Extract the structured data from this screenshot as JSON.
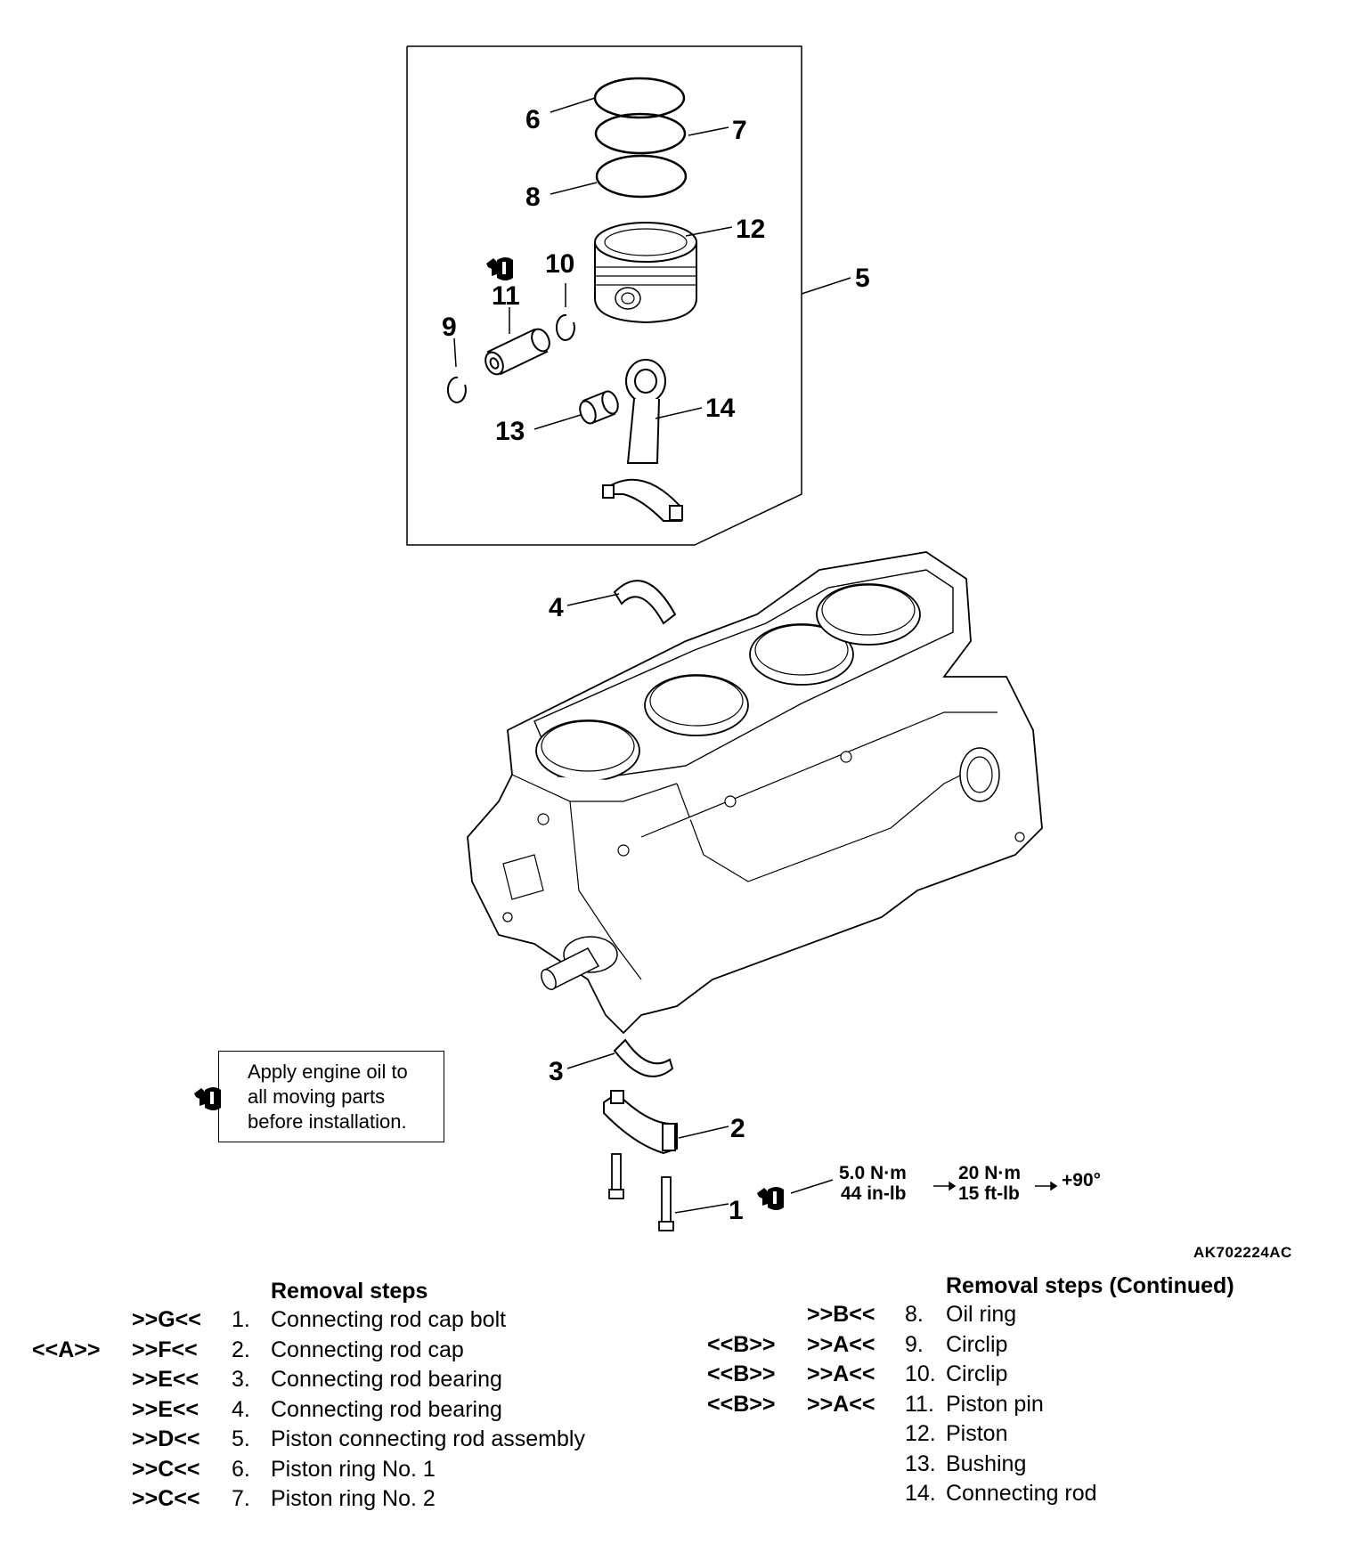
{
  "figure": {
    "id": "AK702224AC",
    "callouts": [
      "1",
      "2",
      "3",
      "4",
      "5",
      "6",
      "7",
      "8",
      "9",
      "10",
      "11",
      "12",
      "13",
      "14"
    ],
    "torque": {
      "step1_metric": "5.0 N·m",
      "step1_imperial": "44 in-lb",
      "step2_metric": "20 N·m",
      "step2_imperial": "15 ft-lb",
      "step3": "+90°"
    },
    "oil_note": {
      "line1": "Apply engine oil to",
      "line2": "all moving parts",
      "line3": "before installation.",
      "icon": "oil-can-icon"
    }
  },
  "removal": {
    "heading": "Removal steps",
    "heading_continued": "Removal steps (Continued)",
    "left": [
      {
        "pre": "",
        "code": ">>G<<",
        "num": "1.",
        "name": "Connecting rod cap bolt"
      },
      {
        "pre": "<<A>>",
        "code": ">>F<<",
        "num": "2.",
        "name": "Connecting rod cap"
      },
      {
        "pre": "",
        "code": ">>E<<",
        "num": "3.",
        "name": "Connecting rod bearing"
      },
      {
        "pre": "",
        "code": ">>E<<",
        "num": "4.",
        "name": "Connecting rod bearing"
      },
      {
        "pre": "",
        "code": ">>D<<",
        "num": "5.",
        "name": "Piston connecting rod assembly"
      },
      {
        "pre": "",
        "code": ">>C<<",
        "num": "6.",
        "name": "Piston ring No. 1"
      },
      {
        "pre": "",
        "code": ">>C<<",
        "num": "7.",
        "name": "Piston ring No. 2"
      }
    ],
    "right": [
      {
        "pre": "",
        "code": ">>B<<",
        "num": "8.",
        "name": "Oil ring"
      },
      {
        "pre": "<<B>>",
        "code": ">>A<<",
        "num": "9.",
        "name": "Circlip"
      },
      {
        "pre": "<<B>>",
        "code": ">>A<<",
        "num": "10.",
        "name": "Circlip"
      },
      {
        "pre": "<<B>>",
        "code": ">>A<<",
        "num": "11.",
        "name": "Piston pin"
      },
      {
        "pre": "",
        "code": "",
        "num": "12.",
        "name": "Piston"
      },
      {
        "pre": "",
        "code": "",
        "num": "13.",
        "name": "Bushing"
      },
      {
        "pre": "",
        "code": "",
        "num": "14.",
        "name": "Connecting rod"
      }
    ]
  }
}
